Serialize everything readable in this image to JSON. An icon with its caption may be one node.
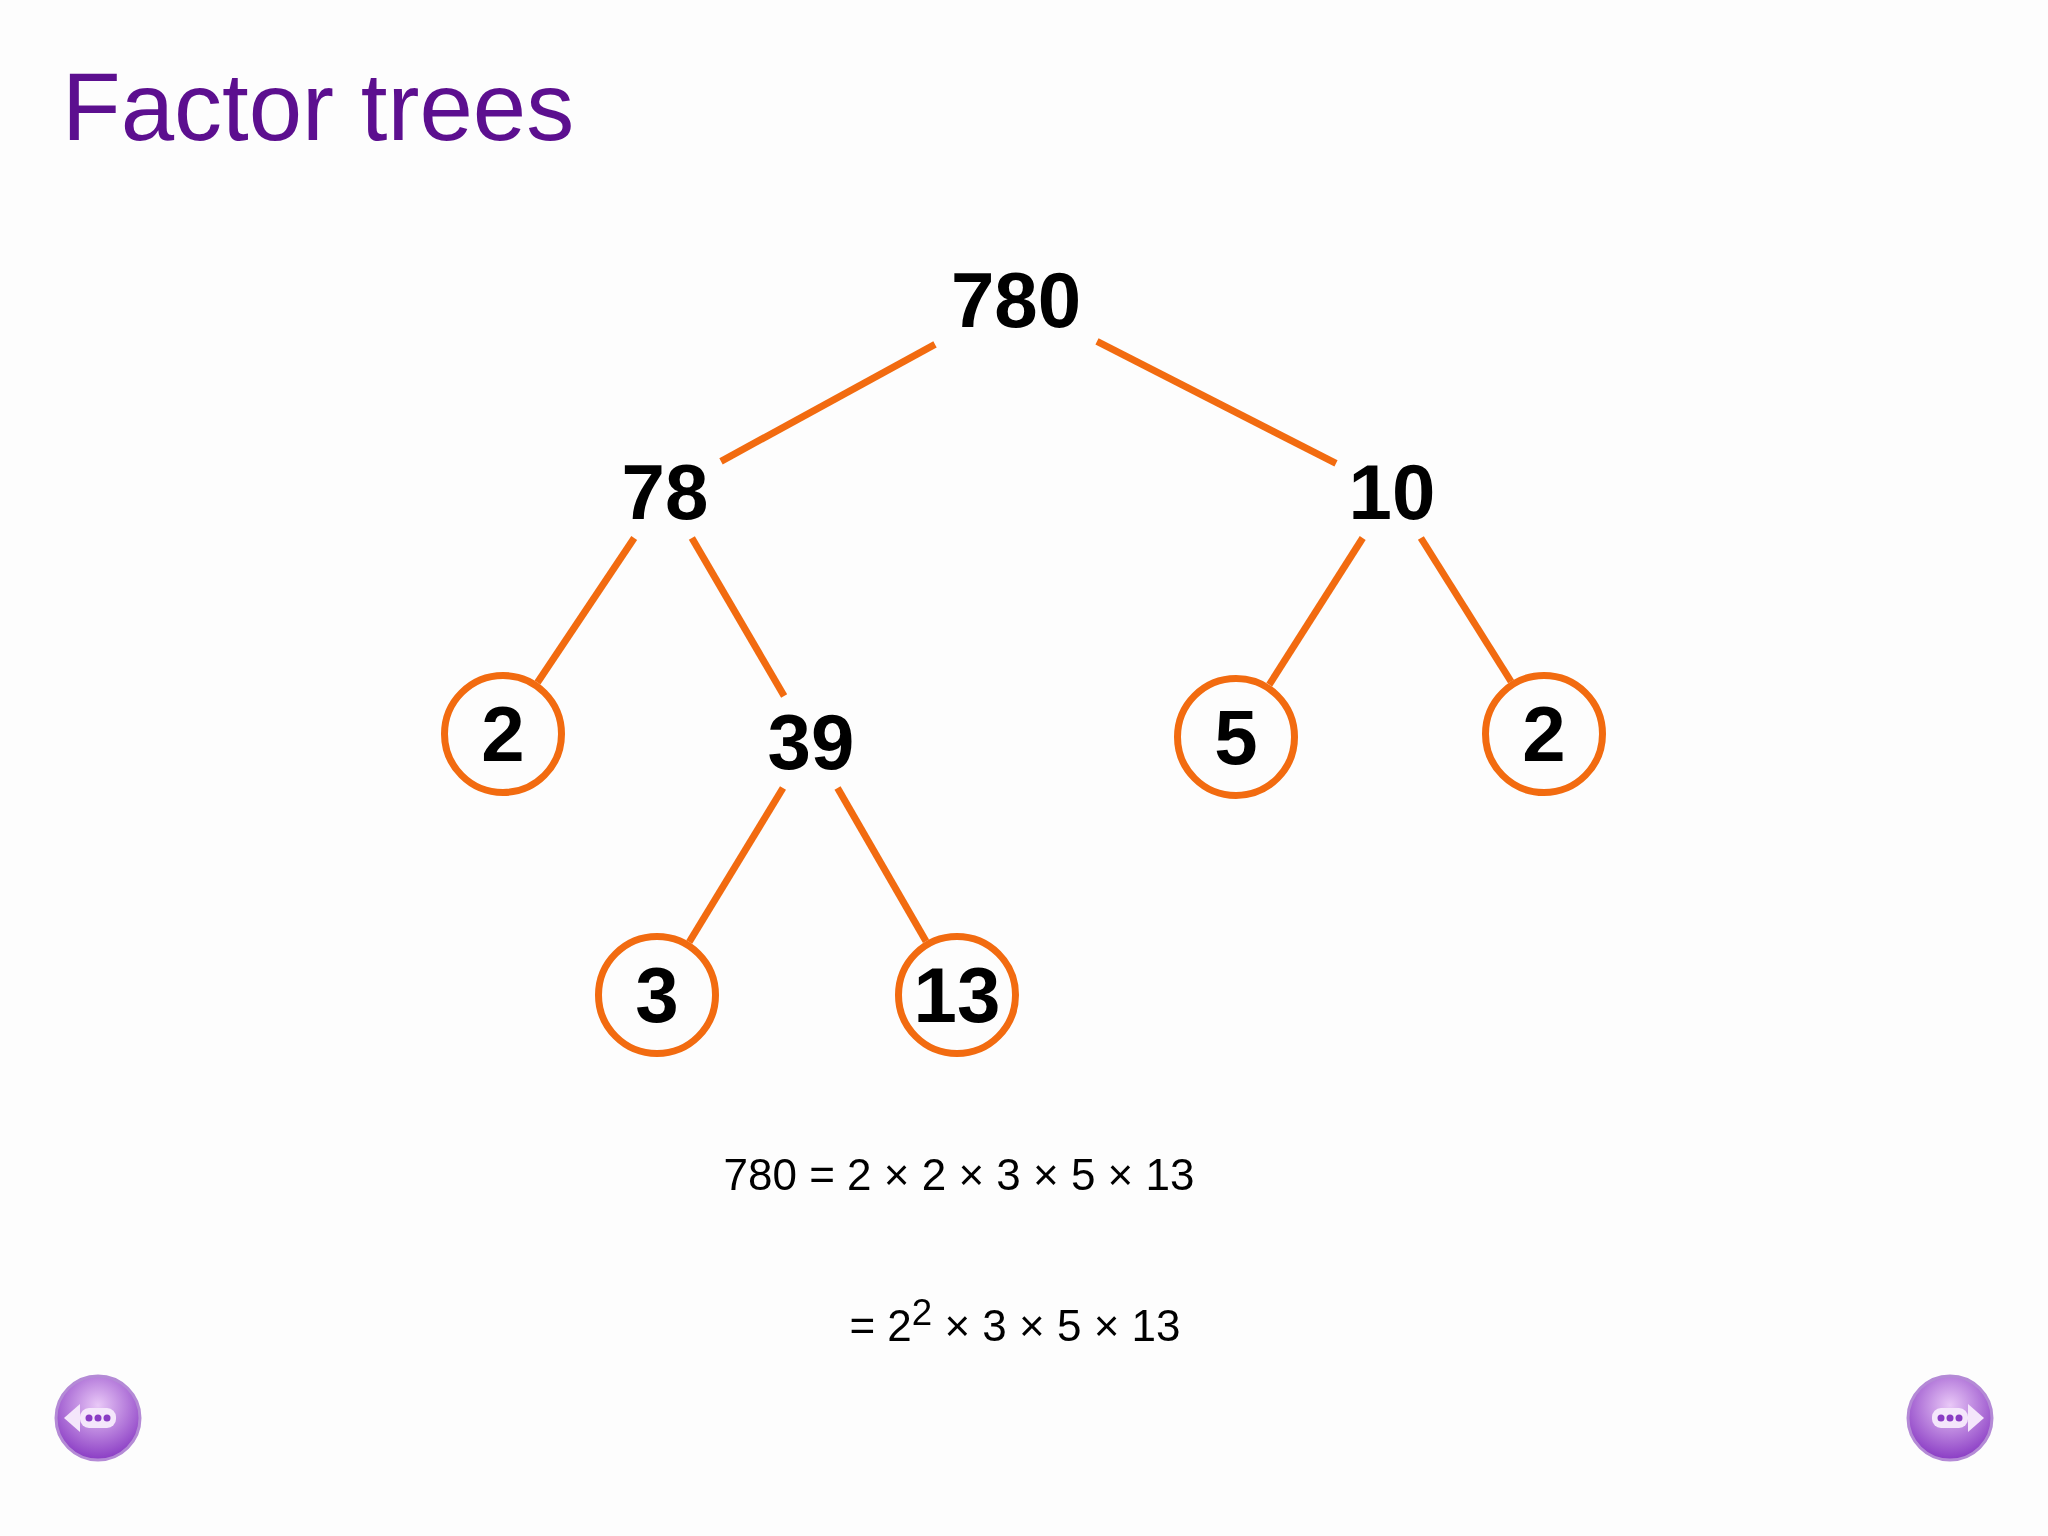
{
  "diagram": {
    "title": "Factor trees",
    "nodes": [
      {
        "text": [
          "780"
        ]
      },
      {
        "text": [
          "78"
        ]
      },
      {
        "text": [
          "10"
        ]
      },
      {
        "text": [
          "2"
        ]
      },
      {
        "text": [
          "39"
        ]
      },
      {
        "text": [
          "5"
        ]
      },
      {
        "text": [
          "2"
        ]
      },
      {
        "text": [
          "3"
        ]
      },
      {
        "text": [
          "13"
        ]
      }
    ],
    "edges": [
      {
        "from": 0,
        "to": 1,
        "arrow": "none"
      },
      {
        "from": 0,
        "to": 2,
        "arrow": "none"
      },
      {
        "from": 1,
        "to": 3,
        "arrow": "none"
      },
      {
        "from": 1,
        "to": 4,
        "arrow": "none"
      },
      {
        "from": 2,
        "to": 5,
        "arrow": "none"
      },
      {
        "from": 2,
        "to": 6,
        "arrow": "none"
      },
      {
        "from": 4,
        "to": 7,
        "arrow": "none"
      },
      {
        "from": 4,
        "to": 8,
        "arrow": "none"
      }
    ],
    "labels": [
      "780 = 2 × 2 × 3 × 5 × 13",
      "= 2$^{2}$ × 3 × 5 × 13"
    ]
  }
}
